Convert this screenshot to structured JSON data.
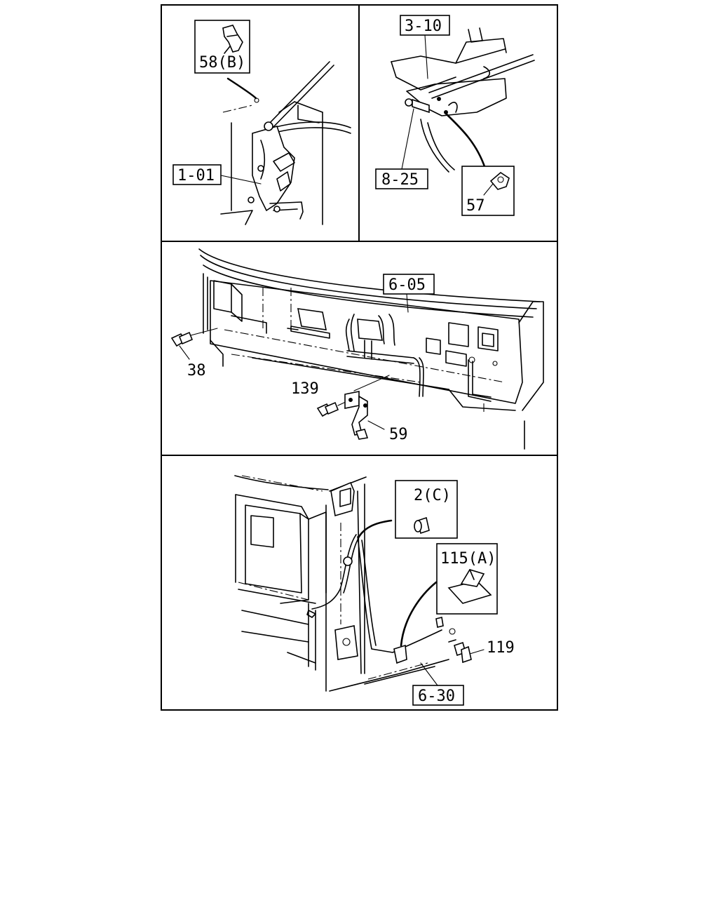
{
  "labels": {
    "p58b": "58(B)",
    "p101": "1-01",
    "p310": "3-10",
    "p825": "8-25",
    "p57": "57",
    "p605": "6-05",
    "p38": "38",
    "p139": "139",
    "p59": "59",
    "p2c": "2(C)",
    "p115a": "115(A)",
    "p119": "119",
    "p630": "6-30"
  }
}
